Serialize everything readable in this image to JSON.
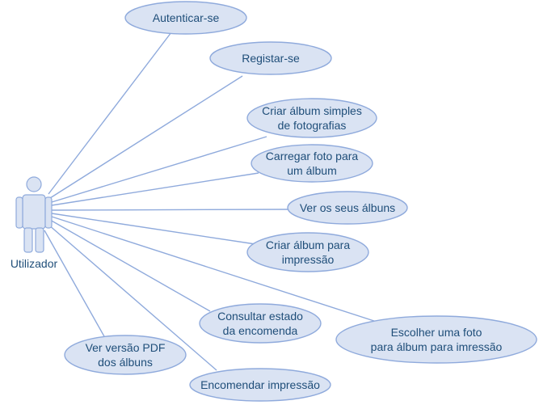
{
  "actor": {
    "name": "Utilizador",
    "icon": "stick-figure-icon"
  },
  "colors": {
    "fill": "#dae3f3",
    "stroke": "#8faadc",
    "text": "#1f4e79",
    "line": "#8faadc"
  },
  "use_cases": [
    {
      "id": "autenticar",
      "lines": [
        "Autenticar-se"
      ]
    },
    {
      "id": "registar",
      "lines": [
        "Registar-se"
      ]
    },
    {
      "id": "criar-album-simples",
      "lines": [
        "Criar álbum simples",
        "de fotografias"
      ]
    },
    {
      "id": "carregar-foto",
      "lines": [
        "Carregar foto para",
        "um álbum"
      ]
    },
    {
      "id": "ver-albuns",
      "lines": [
        "Ver os seus álbuns"
      ]
    },
    {
      "id": "criar-album-impressao",
      "lines": [
        "Criar álbum para",
        "impressão"
      ]
    },
    {
      "id": "consultar-estado",
      "lines": [
        "Consultar estado",
        "da encomenda"
      ]
    },
    {
      "id": "escolher-foto",
      "lines": [
        "Escolher uma foto",
        "para álbum para imressão"
      ]
    },
    {
      "id": "ver-pdf",
      "lines": [
        "Ver versão PDF",
        "dos álbuns"
      ]
    },
    {
      "id": "encomendar-impressao",
      "lines": [
        "Encomendar impressão"
      ]
    }
  ]
}
